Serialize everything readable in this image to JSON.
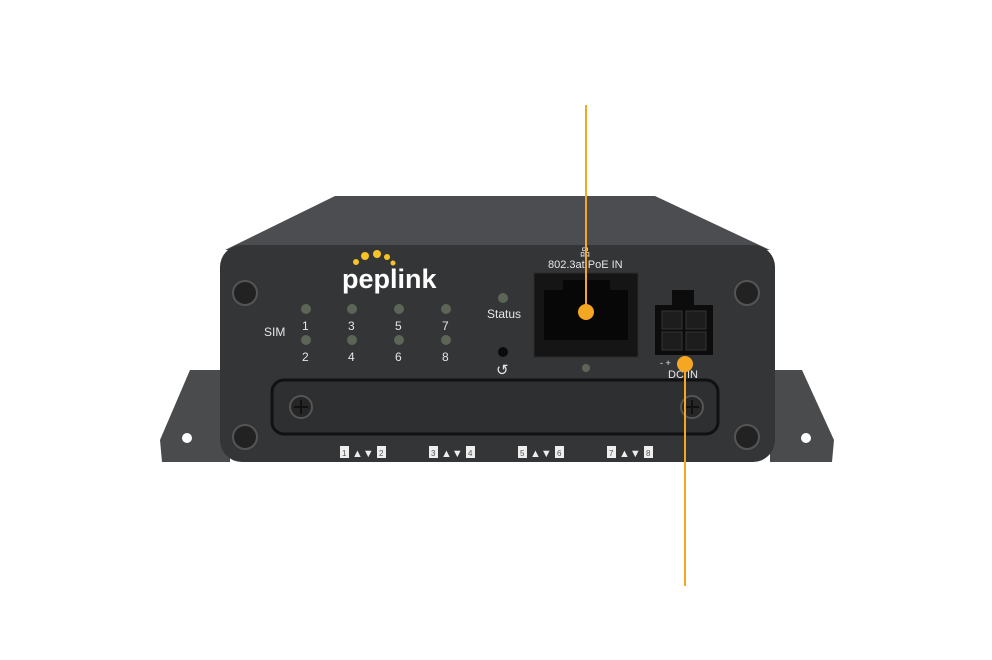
{
  "device": {
    "brand": "peplink",
    "sim_label": "SIM",
    "sim_numbers": [
      "1",
      "2",
      "3",
      "4",
      "5",
      "6",
      "7",
      "8"
    ],
    "status_label": "Status",
    "reset_icon": "reset-arrow-icon",
    "poe_label": "802.3at PoE IN",
    "dc_label": "DC IN",
    "dc_polarity": "- +",
    "slot_pairs": [
      {
        "a": "1",
        "b": "2"
      },
      {
        "a": "3",
        "b": "4"
      },
      {
        "a": "5",
        "b": "6"
      },
      {
        "a": "7",
        "b": "8"
      }
    ]
  },
  "colors": {
    "callout": "#F5A623",
    "body": "#3a3b3d",
    "led": "#5d6656",
    "logo_dots": "#F7C325"
  }
}
